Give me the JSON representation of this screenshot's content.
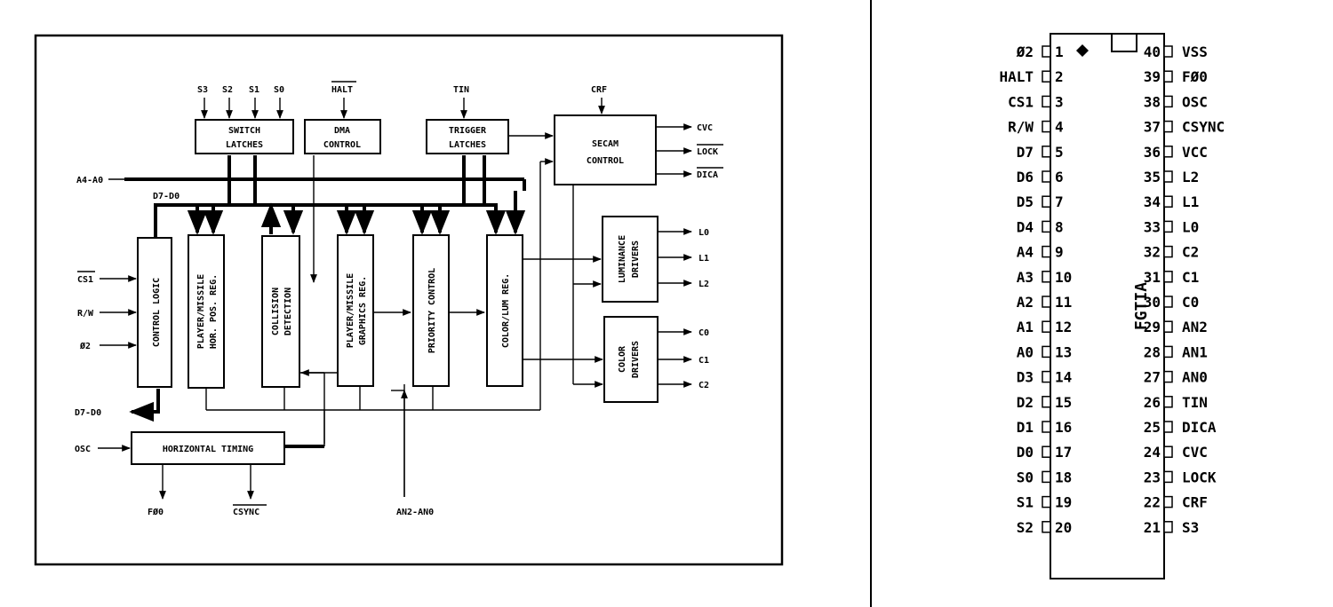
{
  "block_diagram": {
    "inputs_top": {
      "switch": [
        "S3",
        "S2",
        "S1",
        "S0"
      ],
      "halt": "HALT",
      "tin": "TIN",
      "crf": "CRF"
    },
    "blocks": {
      "switch_latches": [
        "SWITCH",
        "LATCHES"
      ],
      "dma_control": [
        "DMA",
        "CONTROL"
      ],
      "trigger_latches": [
        "TRIGGER",
        "LATCHES"
      ],
      "secam_control": [
        "SECAM",
        "CONTROL"
      ],
      "control_logic": "CONTROL LOGIC",
      "player_missile_pos": [
        "PLAYER/MISSILE",
        "HOR. POS. REG."
      ],
      "collision_detection": [
        "COLLISION",
        "DETECTION"
      ],
      "player_missile_graphics": [
        "PLAYER/MISSILE",
        "GRAPHICS REG."
      ],
      "priority_control": "PRIORITY CONTROL",
      "color_lum_reg": "COLOR/LUM REG.",
      "luminance_drivers": [
        "LUMINANCE",
        "DRIVERS"
      ],
      "color_drivers": [
        "COLOR",
        "DRIVERS"
      ],
      "horizontal_timing": "HORIZONTAL TIMING"
    },
    "signals": {
      "address_bus": "A4-A0",
      "data_bus_top": "D7-D0",
      "data_bus_left": "D7-D0",
      "cs": "CS1",
      "rw": "R/W",
      "phi": "Ø2",
      "osc": "OSC",
      "f0": "FØ0",
      "csync": "CSYNC",
      "an": "AN2-AN0",
      "cvc": "CVC",
      "lock": "LOCK",
      "dica": "DICA",
      "lum_out": [
        "L0",
        "L1",
        "L2"
      ],
      "col_out": [
        "C0",
        "C1",
        "C2"
      ]
    }
  },
  "pinout": {
    "chip_name": "FGTIA",
    "left_pins": [
      {
        "num": "1",
        "name": "Ø2"
      },
      {
        "num": "2",
        "name": "HALT"
      },
      {
        "num": "3",
        "name": "CS1"
      },
      {
        "num": "4",
        "name": "R/W"
      },
      {
        "num": "5",
        "name": "D7"
      },
      {
        "num": "6",
        "name": "D6"
      },
      {
        "num": "7",
        "name": "D5"
      },
      {
        "num": "8",
        "name": "D4"
      },
      {
        "num": "9",
        "name": "A4"
      },
      {
        "num": "10",
        "name": "A3"
      },
      {
        "num": "11",
        "name": "A2"
      },
      {
        "num": "12",
        "name": "A1"
      },
      {
        "num": "13",
        "name": "A0"
      },
      {
        "num": "14",
        "name": "D3"
      },
      {
        "num": "15",
        "name": "D2"
      },
      {
        "num": "16",
        "name": "D1"
      },
      {
        "num": "17",
        "name": "D0"
      },
      {
        "num": "18",
        "name": "S0"
      },
      {
        "num": "19",
        "name": "S1"
      },
      {
        "num": "20",
        "name": "S2"
      }
    ],
    "right_pins": [
      {
        "num": "40",
        "name": "VSS"
      },
      {
        "num": "39",
        "name": "FØ0"
      },
      {
        "num": "38",
        "name": "OSC"
      },
      {
        "num": "37",
        "name": "CSYNC"
      },
      {
        "num": "36",
        "name": "VCC"
      },
      {
        "num": "35",
        "name": "L2"
      },
      {
        "num": "34",
        "name": "L1"
      },
      {
        "num": "33",
        "name": "L0"
      },
      {
        "num": "32",
        "name": "C2"
      },
      {
        "num": "31",
        "name": "C1"
      },
      {
        "num": "30",
        "name": "C0"
      },
      {
        "num": "29",
        "name": "AN2"
      },
      {
        "num": "28",
        "name": "AN1"
      },
      {
        "num": "27",
        "name": "AN0"
      },
      {
        "num": "26",
        "name": "TIN"
      },
      {
        "num": "25",
        "name": "DICA"
      },
      {
        "num": "24",
        "name": "CVC"
      },
      {
        "num": "23",
        "name": "LOCK"
      },
      {
        "num": "22",
        "name": "CRF"
      },
      {
        "num": "21",
        "name": "S3"
      }
    ]
  }
}
